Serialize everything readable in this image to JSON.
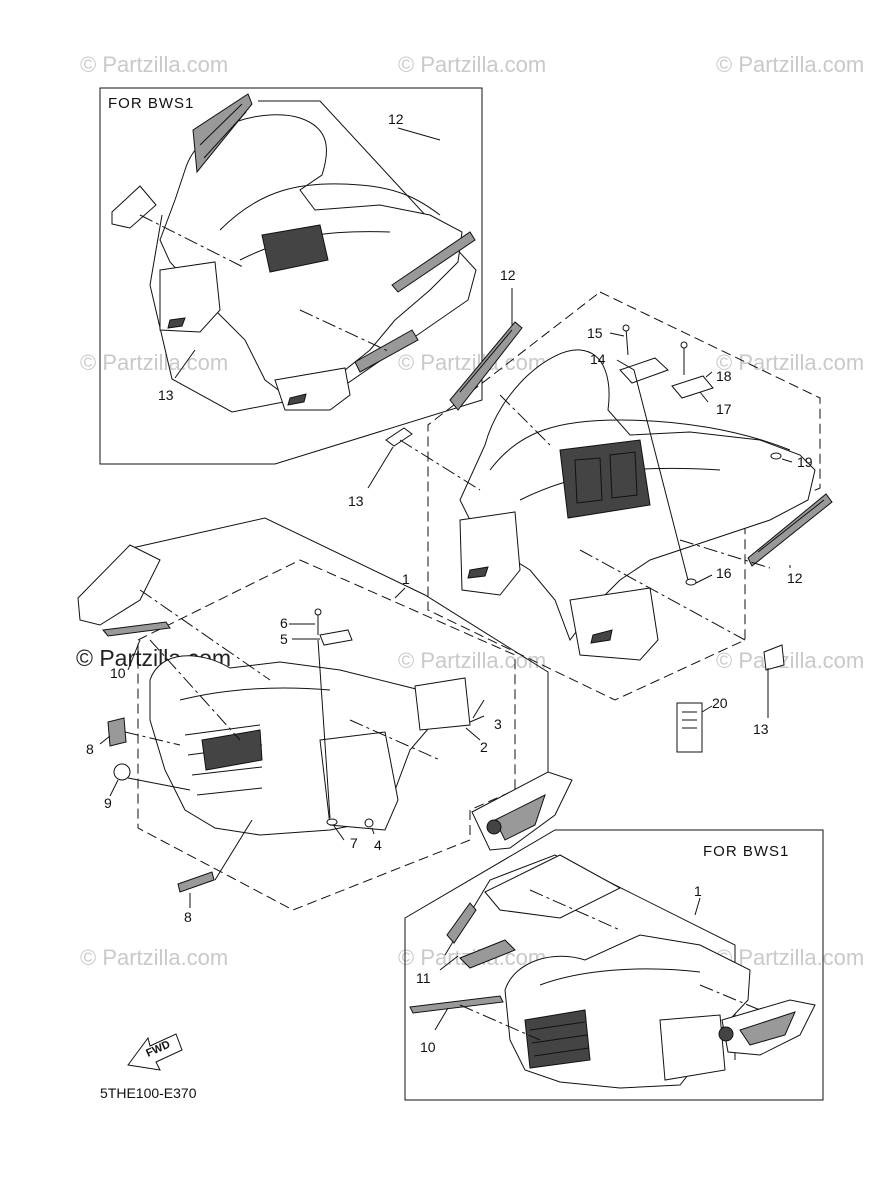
{
  "watermark": "© Partzilla.com",
  "watermark_main": "© Partzilla.com",
  "panels": {
    "rear_bws1_header": "FOR  BWS1",
    "front_bws1_header": "FOR  BWS1"
  },
  "fwd_label": "FWD",
  "diagram_code": "5THE100-E370",
  "callouts": {
    "c1": "1",
    "c1b": "1",
    "c2": "2",
    "c3": "3",
    "c4": "4",
    "c5": "5",
    "c6": "6",
    "c7": "7",
    "c8a": "8",
    "c8b": "8",
    "c9": "9",
    "c10a": "10",
    "c10b": "10",
    "c11": "11",
    "c12a": "12",
    "c12b": "12",
    "c12c": "12",
    "c13a": "13",
    "c13b": "13",
    "c13c": "13",
    "c14": "14",
    "c15": "15",
    "c16": "16",
    "c17": "17",
    "c18": "18",
    "c19": "19",
    "c20": "20"
  }
}
